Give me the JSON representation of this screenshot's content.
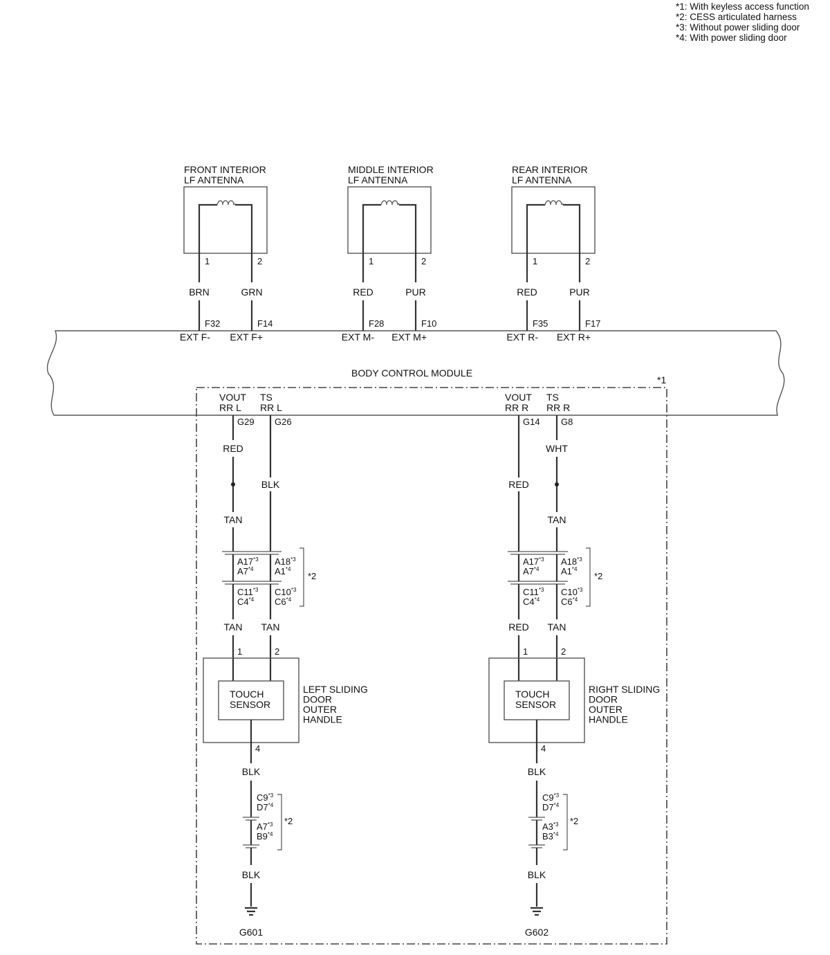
{
  "notes": [
    "*1: With keyless access function",
    "*2: CESS articulated harness",
    "*3: Without power sliding door",
    "*4: With power sliding door"
  ],
  "antennas": [
    {
      "name_line1": "FRONT INTERIOR",
      "name_line2": "LF ANTENNA",
      "pins": [
        "1",
        "2"
      ],
      "wire_colors": [
        "BRN",
        "GRN"
      ],
      "bcm_pins": [
        "F32",
        "F14"
      ],
      "bcm_terms": [
        "EXT F-",
        "EXT F+"
      ]
    },
    {
      "name_line1": "MIDDLE INTERIOR",
      "name_line2": "LF ANTENNA",
      "pins": [
        "1",
        "2"
      ],
      "wire_colors": [
        "RED",
        "PUR"
      ],
      "bcm_pins": [
        "F28",
        "F10"
      ],
      "bcm_terms": [
        "EXT M-",
        "EXT M+"
      ]
    },
    {
      "name_line1": "REAR INTERIOR",
      "name_line2": "LF ANTENNA",
      "pins": [
        "1",
        "2"
      ],
      "wire_colors": [
        "RED",
        "PUR"
      ],
      "bcm_pins": [
        "F35",
        "F17"
      ],
      "bcm_terms": [
        "EXT R-",
        "EXT R+"
      ]
    }
  ],
  "bcm": {
    "label": "BODY CONTROL MODULE",
    "region_note": "*1"
  },
  "sides": [
    {
      "terms": [
        {
          "l1": "VOUT",
          "l2": "RR L"
        },
        {
          "l1": "TS",
          "l2": "RR L"
        }
      ],
      "bcm_pins": [
        "G29",
        "G26"
      ],
      "colors_top": [
        "RED",
        "BLK"
      ],
      "color_mid": "BLK",
      "color_tan": "TAN",
      "conn1": {
        "a_main": "A17",
        "a_alt": "A7",
        "b_main": "A18",
        "b_alt": "A1"
      },
      "conn2": {
        "a_main": "C11",
        "a_alt": "C4",
        "b_main": "C10",
        "b_alt": "C6"
      },
      "colors_bottom": [
        "TAN",
        "TAN"
      ],
      "harness_note": "*2",
      "comp_pins": [
        "1",
        "2"
      ],
      "sensor_l1": "TOUCH",
      "sensor_l2": "SENSOR",
      "handle": [
        "LEFT SLIDING",
        "DOOR",
        "OUTER",
        "HANDLE"
      ],
      "gnd_pin": "4",
      "gnd_color": "BLK",
      "gconn1": {
        "main": "C9",
        "alt": "D7"
      },
      "gconn2": {
        "main": "A7",
        "alt": "B9"
      },
      "gnd_color2": "BLK",
      "ground": "G601",
      "sup3": "*3",
      "sup4": "*4"
    },
    {
      "terms": [
        {
          "l1": "VOUT",
          "l2": "RR R"
        },
        {
          "l1": "TS",
          "l2": "RR R"
        }
      ],
      "bcm_pins": [
        "G14",
        "G8"
      ],
      "colors_top": [
        "RED",
        "WHT"
      ],
      "color_mid": "RED",
      "color_tan": "TAN",
      "conn1": {
        "a_main": "A17",
        "a_alt": "A7",
        "b_main": "A18",
        "b_alt": "A1"
      },
      "conn2": {
        "a_main": "C11",
        "a_alt": "C4",
        "b_main": "C10",
        "b_alt": "C6"
      },
      "colors_bottom": [
        "RED",
        "TAN"
      ],
      "harness_note": "*2",
      "comp_pins": [
        "1",
        "2"
      ],
      "sensor_l1": "TOUCH",
      "sensor_l2": "SENSOR",
      "handle": [
        "RIGHT SLIDING",
        "DOOR",
        "OUTER",
        "HANDLE"
      ],
      "gnd_pin": "4",
      "gnd_color": "BLK",
      "gconn1": {
        "main": "C9",
        "alt": "D7"
      },
      "gconn2": {
        "main": "A3",
        "alt": "B3"
      },
      "gnd_color2": "BLK",
      "ground": "G602",
      "sup3": "*3",
      "sup4": "*4"
    }
  ]
}
